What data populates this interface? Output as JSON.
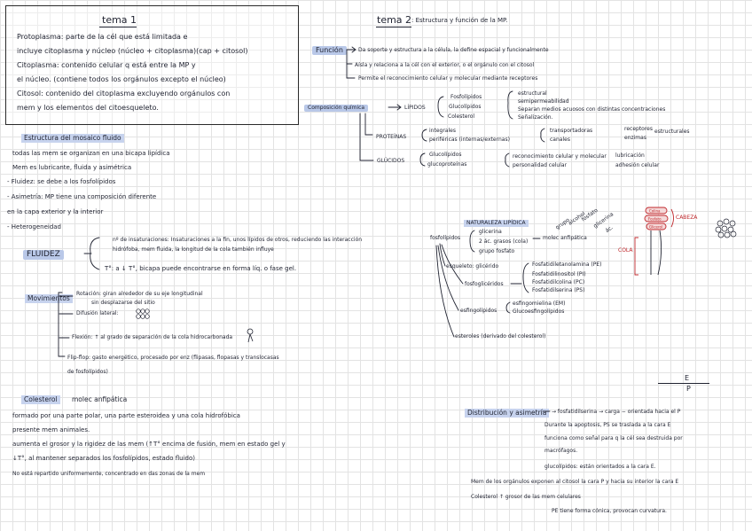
{
  "tema1": {
    "title": "tema 1",
    "lines": [
      "Protoplasma: parte de la cél que está limitada e",
      "incluye citoplasma y núcleo (núcleo + citoplasma)(cap + citosol)",
      "Citoplasma: contenido celular q está entre la MP y",
      "el núcleo. (contiene todos los orgánulos excepto el núcleo)",
      "Citosol: contenido del citoplasma excluyendo orgánulos con",
      "mem y los elementos del citoesqueleto."
    ]
  },
  "mosaico": {
    "title": "Estructura del mosaico fluido",
    "lines": [
      "todas las mem se organizan en una bicapa lipídica",
      "Mem es lubricante, fluida y asimétrica",
      "- Fluidez: se debe a los fosfolípidos",
      "- Asimetría: MP tiene una composición diferente",
      "en la capa exterior y la interior",
      "- Heterogeneidad"
    ]
  },
  "fluidez": {
    "label": "FLUIDEZ",
    "line1": "nº de insaturaciones: Insaturaciones a la fin, unos lípidos de otros, reduciendo las interacción",
    "line2": "hidrófoba, mem fluida, la longitud de la cola también influye",
    "line3": "T°: a ↓ T°, bicapa puede encontrarse en forma líq. o fase gel."
  },
  "movimientos": {
    "label": "Movimientos",
    "items": [
      "Rotación: giran alrededor de su eje longitudinal",
      "sin desplazarse del sitio",
      "Difusión lateral:",
      "Flexión: ↑ al grado de separación de la cola hidrocarbonada",
      "Flip-flop: gasto energético, procesado por enz (flipasas, flopasas y translocasas",
      "de fosfolípidos)"
    ]
  },
  "colesterol": {
    "label": "Colesterol",
    "title_rest": "molec anfipática",
    "lines": [
      "formado por una parte polar, una parte esteroidea y una cola hidrofóbica",
      "presente mem animales.",
      "aumenta el grosor y la rigidez de las mem (↑T° encima de fusión, mem en estado gel y",
      "↓T°, al mantener separados los fosfolípidos, estado fluido)",
      "No está repartido uniformemente, concentrado en das zonas de la mem"
    ]
  },
  "tema2": {
    "title": "tema 2",
    "subtitle": ": Estructura y función de la MP.",
    "funcion_label": "Función",
    "funciones": [
      "Da soporte y estructura a la célula, la define espacial y funcionalmente",
      "Aísla y relaciona a la cél con el exterior, o el orgánulo con el citosol",
      "Permite el reconocimiento celular y molecular mediante receptores"
    ],
    "composicion_label": "Composición química",
    "lipidos": "LÍPIDOS",
    "lipidos_items": [
      "Fosfolípidos",
      "Glucolípidos",
      "Colesterol"
    ],
    "lipidos_func": [
      "estructural",
      "semipermeabilidad",
      "Separan medios acuosos con distintas concentraciones",
      "Señalización."
    ],
    "proteinas": "PROTEÍNAS",
    "proteinas_items": [
      "integrales",
      "periféricas (internas/externas)"
    ],
    "proteinas_func": [
      "transportadoras",
      "canales"
    ],
    "proteinas_extra": [
      "receptores",
      "enzimas",
      "estructurales"
    ],
    "glucidos": "GLÚCIDOS",
    "glucidos_items": [
      "Glucolípidos",
      "glucoproteínas"
    ],
    "glucidos_func": [
      "reconocimiento celular y molecular",
      "personalidad celular"
    ],
    "glucidos_extra": [
      "lubricación",
      "adhesión celular"
    ]
  },
  "naturaleza": {
    "title": "NATURALEZA LIPÍDICA",
    "fosfolipidos": "fosfolípidos",
    "fosfo_items": [
      "glicerina",
      "2 ác. grasos (cola)",
      "grupo fosfato"
    ],
    "molec": "molec anfipática",
    "notes": [
      "grupo",
      "alcohol",
      "fosfato",
      "glicerina",
      "ác."
    ],
    "esqueleto": "esqueleto: glicérido",
    "fosfoglic": "fosfoglicéridos",
    "fosfoglic_items": [
      "Fosfatidiletanolamina (PE)",
      "Fosfatidilinositol (PI)",
      "Fosfatidilcolina (PC)",
      "Fosfatidilserina (PS)"
    ],
    "esfingo": "esfingolípidos",
    "esfingo_items": [
      "esfingomielina (EM)",
      "Glucoesfingolípidos"
    ],
    "esterol": "esteroles (derivado del colesterol)",
    "cabeza": "CABEZA",
    "cola": "COLA",
    "mol_labels": [
      "Colina",
      "Fosfato",
      "Glicerol"
    ]
  },
  "distribucion": {
    "label": "Distribución y asimetría",
    "lines": [
      "→ fosfatidilserina → carga − orientada hacia el P",
      "Durante la apoptosis, PS se traslada a la cara E",
      "funciona como señal para q la cél sea destruida por",
      "macrófagos.",
      "glucolípidos: están orientados a la cara E.",
      "Mem de los orgánulos exponen al citosol la cara P y hacia su interior la cara E",
      "Colesterol ↑ grosor de las mem celulares",
      "PE tiene forma cónica, provocan curvatura."
    ],
    "frac_top": "E",
    "frac_bottom": "P"
  }
}
